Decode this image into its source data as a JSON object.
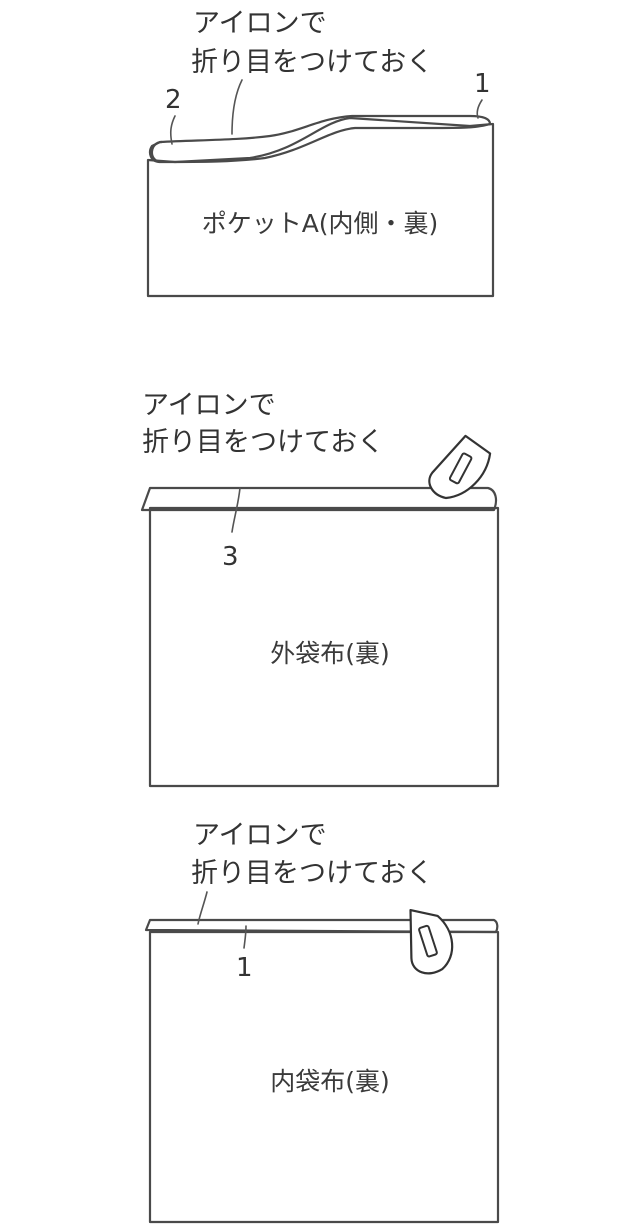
{
  "panels": [
    {
      "label": "ポケットA(内側・裏)",
      "callout": [
        "アイロンで",
        "折り目をつけておく"
      ],
      "numbers": [
        "2",
        "1"
      ],
      "fabric_color": "#e6f3fb",
      "fold_color": "#b9cbea"
    },
    {
      "label": "外袋布(裏)",
      "callout": [
        "アイロンで",
        "折り目をつけておく"
      ],
      "numbers": [
        "3"
      ],
      "fabric_color": "#dde0e4",
      "fold_color": "#b3bbd6",
      "icon": "iron-icon"
    },
    {
      "label": "内袋布(裏)",
      "callout": [
        "アイロンで",
        "折り目をつけておく"
      ],
      "numbers": [
        "1"
      ],
      "fabric_color": "#e6f3fb",
      "fold_color": "#b9cbea",
      "icon": "iron-icon"
    }
  ]
}
